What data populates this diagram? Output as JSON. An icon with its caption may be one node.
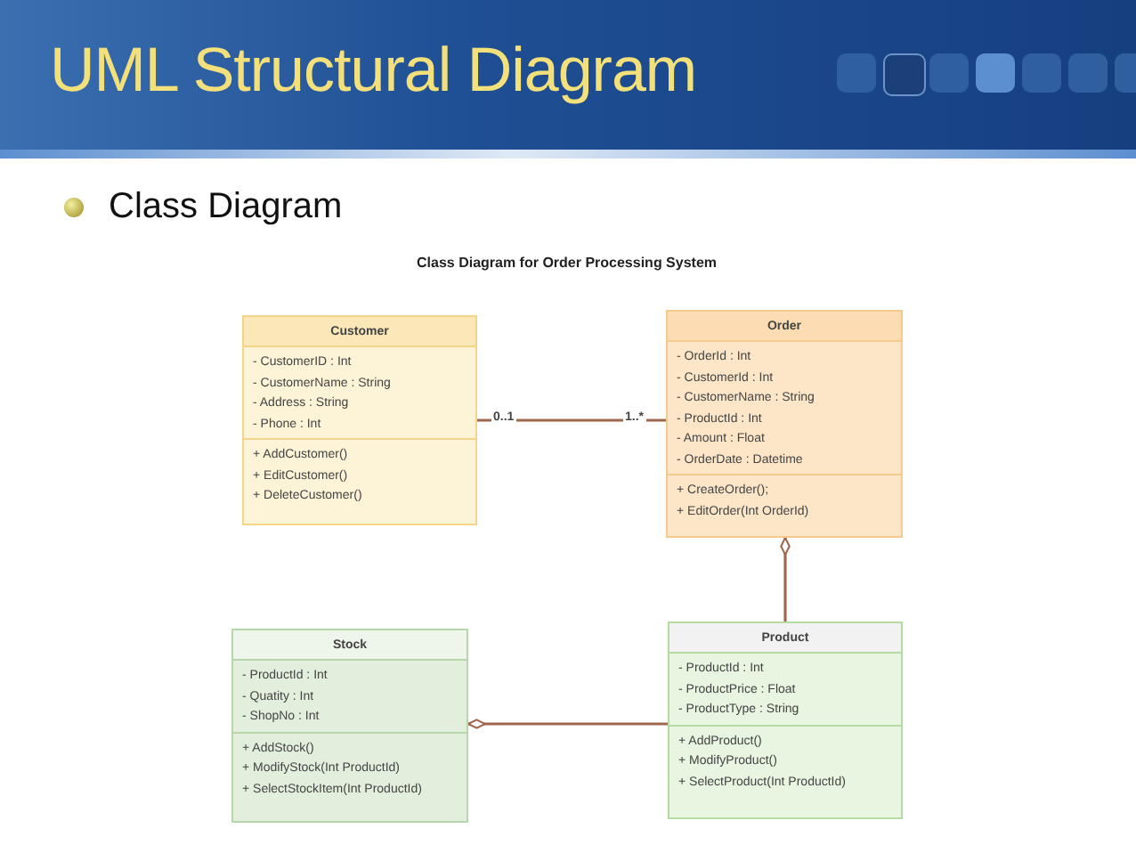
{
  "diagram": {
    "title": "UML Structural Diagram",
    "nodes": [
      {
        "text": [
          "Customer",
          "- CustomerID : Int",
          "- CustomerName : String",
          "- Address : String",
          "- Phone : Int",
          "+ AddCustomer()",
          "+ EditCustomer()",
          "+ DeleteCustomer()"
        ]
      },
      {
        "text": [
          "Order",
          "- OrderId : Int",
          "- CustomerId : Int",
          "- CustomerName : String",
          "- ProductId : Int",
          "- Amount : Float",
          "- OrderDate : Datetime",
          "+ CreateOrder();",
          "+ EditOrder(Int OrderId)"
        ]
      },
      {
        "text": [
          "Stock",
          "- ProductId : Int",
          "- Quatity : Int",
          "- ShopNo : Int",
          "+ AddStock()",
          "+ ModifyStock(Int ProductId)",
          "+ SelectStockItem(Int ProductId)"
        ]
      },
      {
        "text": [
          "Product",
          "- ProductId : Int",
          "- ProductPrice : Float",
          "- ProductType : String",
          "+ AddProduct()",
          "+ ModifyProduct()",
          "+ SelectProduct(Int ProductId)"
        ]
      }
    ],
    "edges": [
      {
        "from": 0,
        "to": 1,
        "arrow": "none"
      },
      {
        "from": 3,
        "to": 1,
        "arrow": "other"
      },
      {
        "from": 3,
        "to": 2,
        "arrow": "other"
      }
    ],
    "labels": [
      "Class Diagram",
      "Class Diagram for Order Processing System",
      "0..1",
      "1..*"
    ]
  }
}
